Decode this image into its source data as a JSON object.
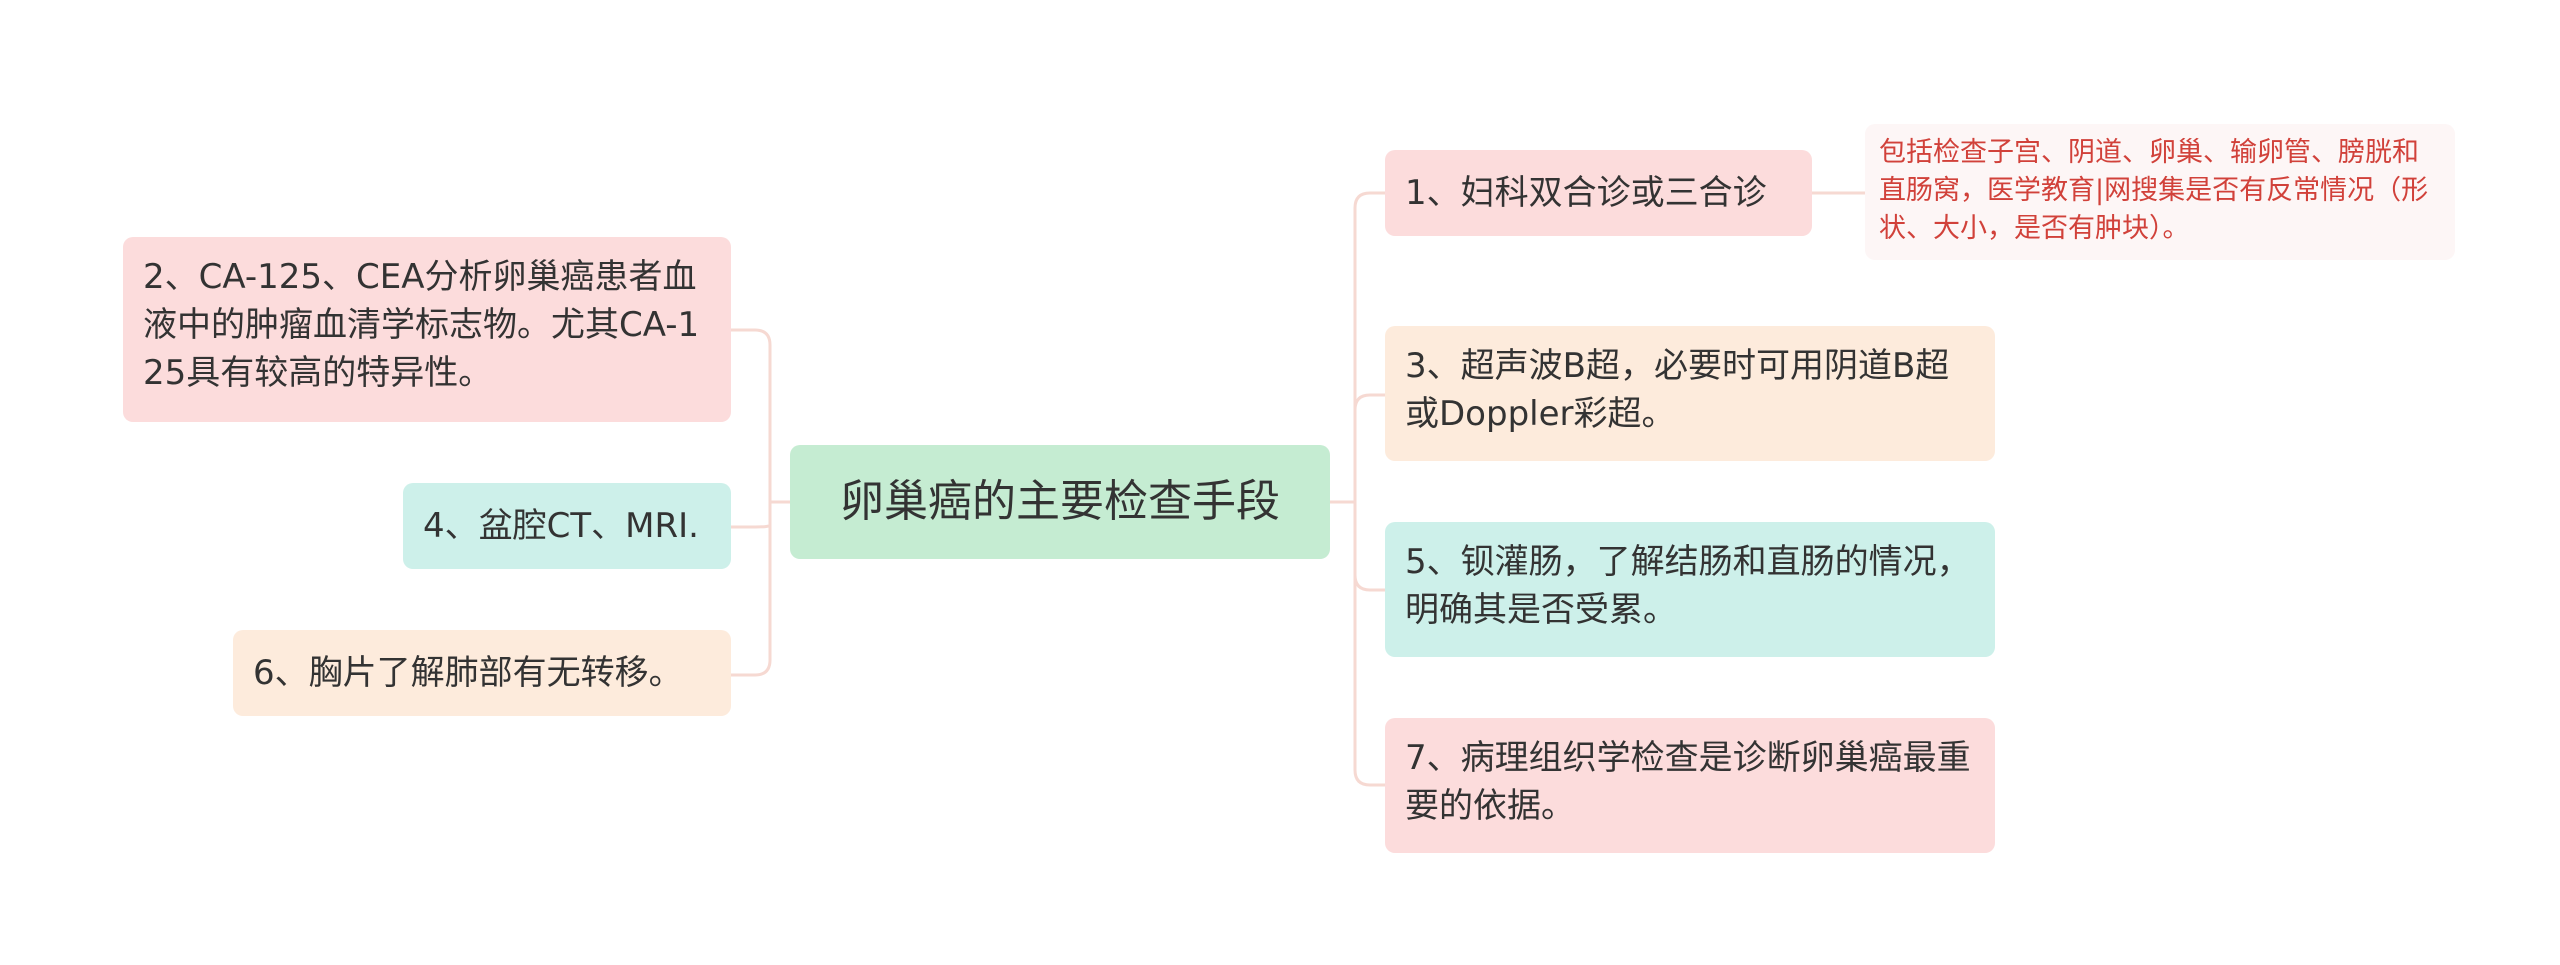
{
  "root": {
    "title": "卵巢癌的主要检查手段",
    "color": "#c5ecd2"
  },
  "branches": [
    {
      "id": "b1",
      "text": "1、妇科双合诊或三合诊",
      "side": "right",
      "color": "#fcdcdc"
    },
    {
      "id": "b2",
      "text": "2、CA-125、CEA分析卵巢癌患者血液中的肿瘤血清学标志物。尤其CA-125具有较高的特异性。",
      "side": "left",
      "color": "#fcdcdc"
    },
    {
      "id": "b3",
      "text": "3、超声波B超，必要时可用阴道B超或Doppler彩超。",
      "side": "right",
      "color": "#fdebdc"
    },
    {
      "id": "b4",
      "text": "4、盆腔CT、MRI.",
      "side": "left",
      "color": "#cdf0ea"
    },
    {
      "id": "b5",
      "text": "5、钡灌肠，了解结肠和直肠的情况，明确其是否受累。",
      "side": "right",
      "color": "#cdf0ea"
    },
    {
      "id": "b6",
      "text": "6、胸片了解肺部有无转移。",
      "side": "left",
      "color": "#fdebdc"
    },
    {
      "id": "b7",
      "text": "7、病理组织学检查是诊断卵巢癌最重要的依据。",
      "side": "right",
      "color": "#fcdcdc"
    }
  ],
  "notes": [
    {
      "id": "n1",
      "attached_to": "b1",
      "text": "包括检查子宫、阴道、卵巢、输卵管、膀胱和直肠窝，医学教育|网搜集是否有反常情况（形状、大小，是否有肿块）。",
      "color": "#d1413a"
    }
  ]
}
